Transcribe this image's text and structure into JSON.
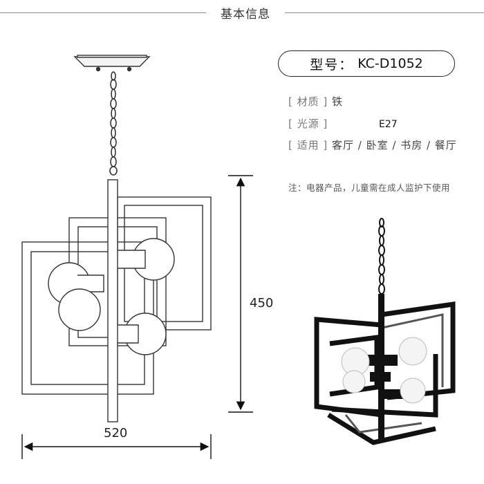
{
  "header": {
    "title": "基本信息"
  },
  "model": {
    "label": "型号：",
    "value": "KC-D1052"
  },
  "specs": {
    "material": {
      "label": "[ 材质 ]",
      "value": "铁"
    },
    "light_source": {
      "label": "[ 光源 ]",
      "value": "E27"
    },
    "usage": {
      "label": "[ 适用 ]",
      "value": "客厅 / 卧室 / 书房 / 餐厅"
    }
  },
  "note": "注：电器产品，儿童需在成人监护下使用",
  "dimensions": {
    "height": "450",
    "width": "520"
  }
}
